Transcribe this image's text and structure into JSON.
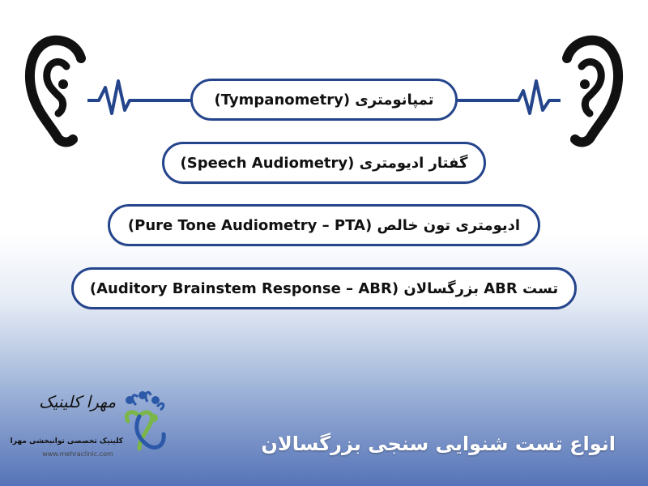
{
  "tests": [
    "تمپانومتری (Tympanometry)",
    "گفتار ادیومتری (Speech Audiometry)",
    "ادیومتری تون خالص (Pure Tone Audiometry – PTA)",
    "تست ABR بزرگسالان (Auditory Brainstem Response – ABR)"
  ],
  "footer": {
    "title": "انواع تست شنوایی سنجی بزرگسالان"
  },
  "logo": {
    "script_name": "مهرا کلینیک",
    "subtitle": "کلینیک تخصصی توانبخشی مهرا",
    "url": "www.mehraclinic.com"
  },
  "colors": {
    "accent": "#24448c",
    "gradient_bottom": "#5573b7",
    "logo_green": "#7ab648",
    "logo_blue": "#2b59a8"
  },
  "icons": [
    "ear-icon",
    "heartbeat-line",
    "logo-mark-icon"
  ]
}
